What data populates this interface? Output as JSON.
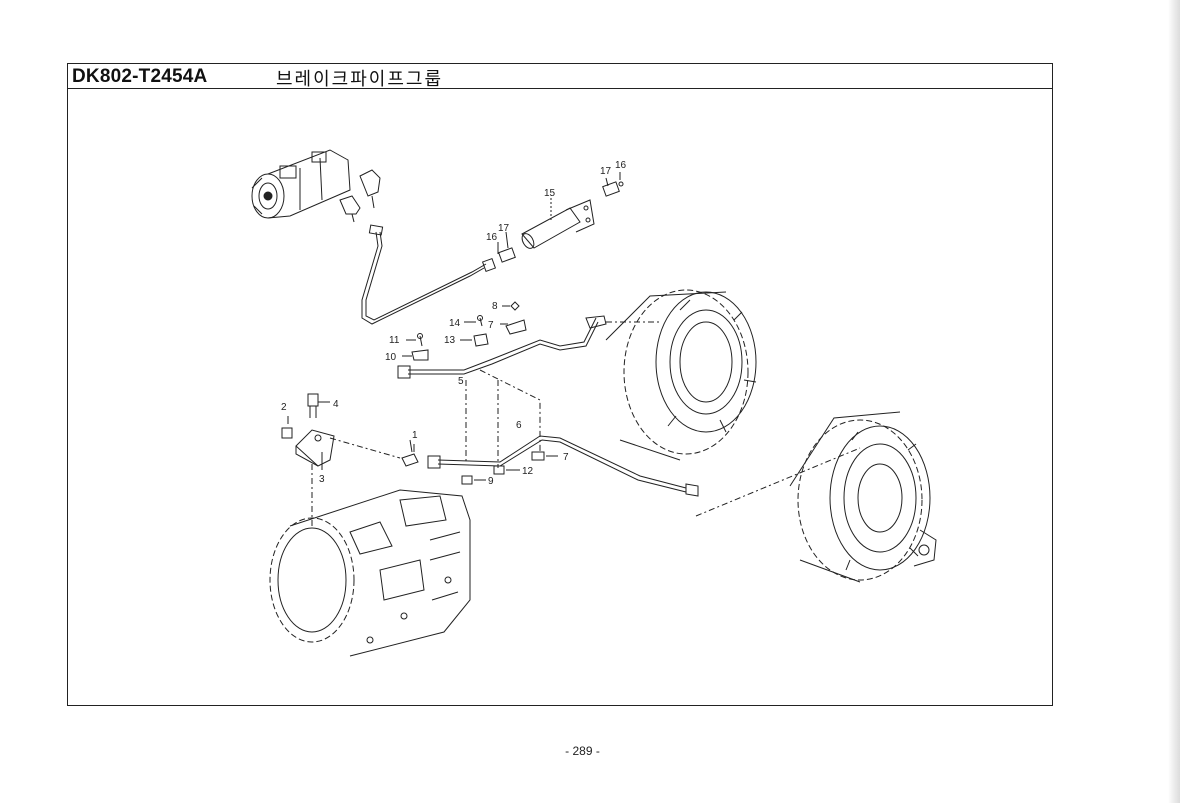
{
  "header": {
    "code": "DK802-T2454A",
    "title": "브레이크파이프그룹"
  },
  "diagram": {
    "callouts": [
      "1",
      "2",
      "3",
      "4",
      "5",
      "6",
      "7",
      "7",
      "8",
      "9",
      "10",
      "11",
      "12",
      "13",
      "14",
      "15",
      "16",
      "16",
      "17",
      "17"
    ]
  },
  "footer": {
    "page_number": "- 289 -"
  }
}
